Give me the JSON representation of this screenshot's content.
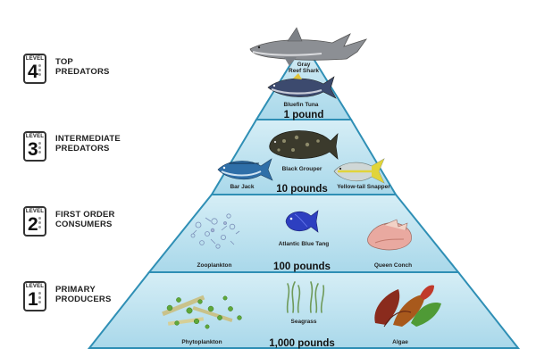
{
  "levels": [
    {
      "badge_word": "LEVEL",
      "number": "4",
      "title_line1": "TOP",
      "title_line2": "PREDATORS"
    },
    {
      "badge_word": "LEVEL",
      "number": "3",
      "title_line1": "INTERMEDIATE",
      "title_line2": "PREDATORS"
    },
    {
      "badge_word": "LEVEL",
      "number": "2",
      "title_line1": "FIRST ORDER",
      "title_line2": "CONSUMERS"
    },
    {
      "badge_word": "LEVEL",
      "number": "1",
      "title_line1": "PRIMARY",
      "title_line2": "PRODUCERS"
    }
  ],
  "organisms": {
    "shark_line1": "Gray",
    "shark_line2": "Reef Shark",
    "tuna": "Bluefin Tuna",
    "grouper": "Black Grouper",
    "bar_jack": "Bar Jack",
    "snapper": "Yellow-tail Snapper",
    "zooplankton": "Zooplankton",
    "blue_tang": "Atlantic Blue Tang",
    "queen_conch": "Queen Conch",
    "phytoplankton": "Phytoplankton",
    "seagrass": "Seagrass",
    "algae": "Algae"
  },
  "weights": {
    "level4": "1 pound",
    "level3": "10 pounds",
    "level2": "100 pounds",
    "level1": "1,000 pounds"
  },
  "colors": {
    "tier_top": "#d6eef6",
    "tier_bottom": "#a9d8ea",
    "tier_stroke": "#2f8fb5",
    "shark": "#8c8f94",
    "tuna": "#3c4a6e",
    "grouper": "#3b3a2c",
    "bar_jack": "#2f6fa8",
    "snapper": "#e1d43a",
    "blue_tang": "#2d3fc0",
    "conch": "#e9a9a0",
    "seagrass": "#6f9a5a",
    "algae": "#8a2b1d",
    "phytoplankton": "#5fa83a"
  }
}
